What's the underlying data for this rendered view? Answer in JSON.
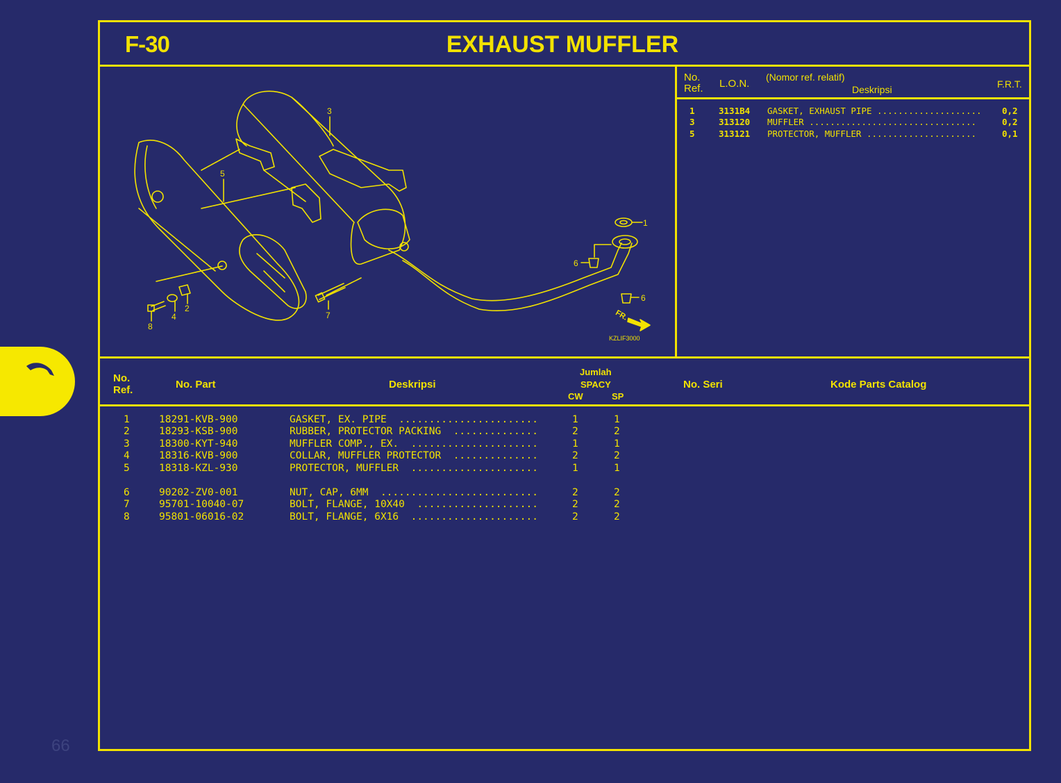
{
  "header": {
    "code": "F-30",
    "title": "EXHAUST MUFFLER"
  },
  "lon_table": {
    "headers": {
      "no_ref": "No.\nRef.",
      "lon": "L.O.N.",
      "nomor": "(Nomor ref. relatif)",
      "deskripsi": "Deskripsi",
      "frt": "F.R.T."
    },
    "rows": [
      {
        "ref": "1",
        "lon": "3131B4",
        "desc": "GASKET, EXHAUST PIPE ....................",
        "frt": "0,2"
      },
      {
        "ref": "3",
        "lon": "313120",
        "desc": "MUFFLER ................................",
        "frt": "0,2"
      },
      {
        "ref": "5",
        "lon": "313121",
        "desc": "PROTECTOR, MUFFLER .....................",
        "frt": "0,1"
      }
    ]
  },
  "diagram": {
    "callouts": [
      "1",
      "2",
      "3",
      "4",
      "5",
      "6",
      "6",
      "7",
      "8"
    ],
    "fr_label": "FR.",
    "code": "KZLIF3000"
  },
  "parts_table": {
    "headers": {
      "no_ref": "No.\nRef.",
      "no_part": "No. Part",
      "deskripsi": "Deskripsi",
      "jumlah": "Jumlah",
      "spacy": "SPACY",
      "cw": "CW",
      "sp": "SP",
      "no_seri": "No. Seri",
      "kode": "Kode Parts Catalog"
    },
    "rows": [
      {
        "ref": "1",
        "part": "18291-KVB-900",
        "desc": "GASKET, EX. PIPE  .......................",
        "cw": "1",
        "sp": "1"
      },
      {
        "ref": "2",
        "part": "18293-KSB-900",
        "desc": "RUBBER, PROTECTOR PACKING  ..............",
        "cw": "2",
        "sp": "2"
      },
      {
        "ref": "3",
        "part": "18300-KYT-940",
        "desc": "MUFFLER COMP., EX.  .....................",
        "cw": "1",
        "sp": "1"
      },
      {
        "ref": "4",
        "part": "18316-KVB-900",
        "desc": "COLLAR, MUFFLER PROTECTOR  ..............",
        "cw": "2",
        "sp": "2"
      },
      {
        "ref": "5",
        "part": "18318-KZL-930",
        "desc": "PROTECTOR, MUFFLER  .....................",
        "cw": "1",
        "sp": "1"
      },
      {
        "ref": "6",
        "part": "90202-ZV0-001",
        "desc": "NUT, CAP, 6MM  ..........................",
        "cw": "2",
        "sp": "2"
      },
      {
        "ref": "7",
        "part": "95701-10040-07",
        "desc": "BOLT, FLANGE, 10X40  ....................",
        "cw": "2",
        "sp": "2"
      },
      {
        "ref": "8",
        "part": "95801-06016-02",
        "desc": "BOLT, FLANGE, 6X16  .....................",
        "cw": "2",
        "sp": "2"
      }
    ]
  },
  "page_number": "66",
  "colors": {
    "background": "#262a6a",
    "line": "#f2e200",
    "tab": "#f6e800"
  }
}
